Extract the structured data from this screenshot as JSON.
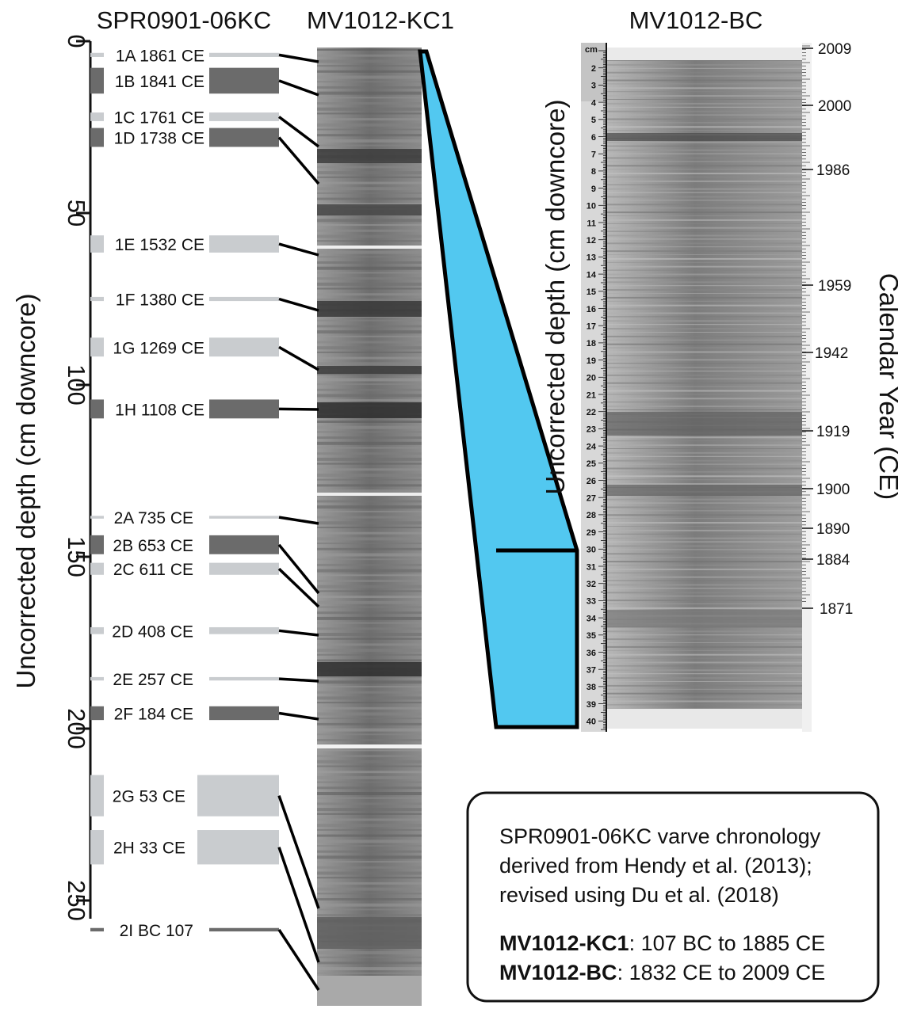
{
  "titles": {
    "spr": "SPR0901-06KC",
    "kc1": "MV1012-KC1",
    "bc": "MV1012-BC"
  },
  "left_axis": {
    "label": "Uncorrected depth (cm downcore)",
    "ticks": [
      "0",
      "50",
      "100",
      "150",
      "200",
      "250"
    ],
    "tick_depths": [
      0,
      50,
      100,
      150,
      200,
      250
    ]
  },
  "bc_axis": {
    "label": "Uncorrected depth (cm downcore)",
    "unit": "cm",
    "cm_labels": [
      "2",
      "3",
      "4",
      "5",
      "6",
      "7",
      "8",
      "9",
      "10",
      "11",
      "12",
      "13",
      "14",
      "15",
      "16",
      "17",
      "18",
      "19",
      "20",
      "21",
      "22",
      "23",
      "24",
      "25",
      "26",
      "27",
      "28",
      "29",
      "30",
      "31",
      "32",
      "33",
      "34",
      "35",
      "36",
      "37",
      "38",
      "39",
      "40"
    ]
  },
  "calendar_axis": {
    "label": "Calendar Year (CE)",
    "years": [
      "2009",
      "2000",
      "1986",
      "1959",
      "1942",
      "1919",
      "1900",
      "1890",
      "1884",
      "1871"
    ]
  },
  "layers": [
    {
      "id": "1A",
      "label": "1A 1861 CE",
      "depth": 4,
      "thick": 1.2,
      "shade": "light"
    },
    {
      "id": "1B",
      "label": "1B 1841 CE",
      "depth": 11.5,
      "thick": 7.5,
      "shade": "dark"
    },
    {
      "id": "1C",
      "label": "1C 1761 CE",
      "depth": 22,
      "thick": 2.5,
      "shade": "light"
    },
    {
      "id": "1D",
      "label": "1D 1738 CE",
      "depth": 28,
      "thick": 5.5,
      "shade": "dark"
    },
    {
      "id": "1E",
      "label": "1E 1532 CE",
      "depth": 59,
      "thick": 5,
      "shade": "light"
    },
    {
      "id": "1F",
      "label": "1F 1380 CE",
      "depth": 75,
      "thick": 1.2,
      "shade": "light"
    },
    {
      "id": "1G",
      "label": "1G 1269 CE",
      "depth": 89,
      "thick": 5.5,
      "shade": "light"
    },
    {
      "id": "1H",
      "label": "1H 1108 CE",
      "depth": 107,
      "thick": 5.5,
      "shade": "dark"
    },
    {
      "id": "2A",
      "label": "2A 735 CE",
      "depth": 138.5,
      "thick": 0.8,
      "shade": "light"
    },
    {
      "id": "2B",
      "label": "2B 653 CE",
      "depth": 146.5,
      "thick": 5.5,
      "shade": "dark"
    },
    {
      "id": "2C",
      "label": "2C 611 CE",
      "depth": 153.5,
      "thick": 3.5,
      "shade": "light"
    },
    {
      "id": "2D",
      "label": "2D 408 CE",
      "depth": 171.5,
      "thick": 2,
      "shade": "light"
    },
    {
      "id": "2E",
      "label": "2E 257 CE",
      "depth": 185.5,
      "thick": 1,
      "shade": "light"
    },
    {
      "id": "2F",
      "label": "2F 184 CE",
      "depth": 195.5,
      "thick": 4,
      "shade": "dark"
    },
    {
      "id": "2G",
      "label": "2G 53 CE",
      "depth": 219.5,
      "thick": 12,
      "shade": "light"
    },
    {
      "id": "2H",
      "label": "2H 33 CE",
      "depth": 234.5,
      "thick": 10,
      "shade": "light"
    },
    {
      "id": "2I",
      "label": "2I BC 107",
      "depth": 258.5,
      "thick": 1,
      "shade": "dark"
    }
  ],
  "note": {
    "line1": "SPR0901-06KC varve chronology",
    "line2": "derived from Hendy et al. (2013);",
    "line3": "revised using Du et al. (2018)",
    "kc1_bold": "MV1012-KC1",
    "kc1_rest": ": 107 BC to 1885 CE",
    "bc_bold": "MV1012-BC",
    "bc_rest": ": 1832 CE to 2009 CE"
  },
  "colors": {
    "correlation_fill": "#52c8f0",
    "light_band": "#c9cccf",
    "dark_band": "#6b6b6b"
  }
}
